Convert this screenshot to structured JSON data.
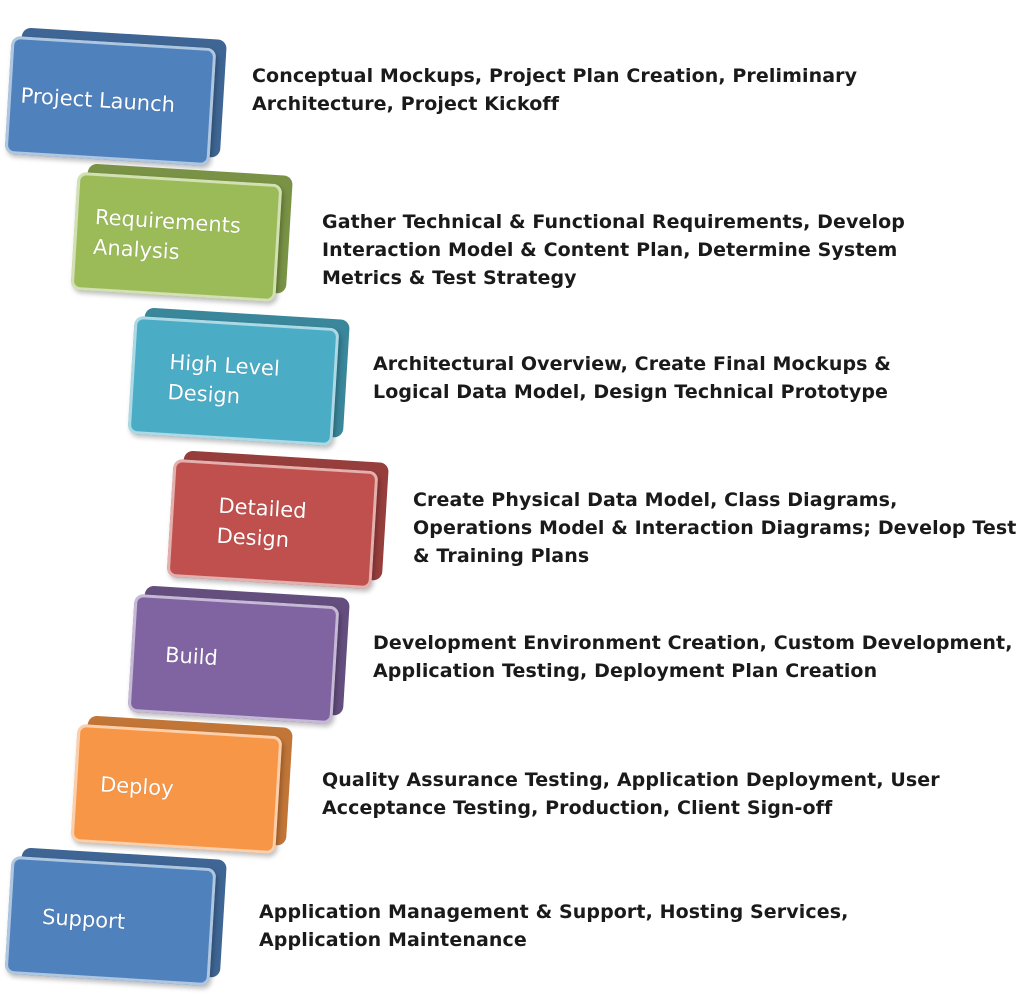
{
  "stages": [
    {
      "label": "Project Launch",
      "color": "#4f81bd",
      "description": "Conceptual Mockups, Project Plan Creation, Preliminary Architecture, Project Kickoff"
    },
    {
      "label": "Requirements Analysis",
      "color": "#9bbb59",
      "description": "Gather Technical & Functional Requirements, Develop Interaction Model & Content Plan, Determine System Metrics & Test Strategy"
    },
    {
      "label": "High Level Design",
      "color": "#4bacc6",
      "description": "Architectural Overview, Create Final Mockups & Logical Data Model, Design Technical Prototype"
    },
    {
      "label": "Detailed Design",
      "color": "#c0504d",
      "description": "Create Physical Data Model, Class Diagrams, Operations Model & Interaction Diagrams; Develop Test & Training Plans"
    },
    {
      "label": "Build",
      "color": "#8064a2",
      "description": "Development Environment Creation, Custom Development, Application Testing, Deployment Plan Creation"
    },
    {
      "label": "Deploy",
      "color": "#f79646",
      "description": "Quality Assurance Testing, Application Deployment, User Acceptance Testing, Production, Client Sign-off"
    },
    {
      "label": "Support",
      "color": "#4f81bd",
      "description": "Application Management & Support, Hosting Services, Application Maintenance"
    }
  ]
}
